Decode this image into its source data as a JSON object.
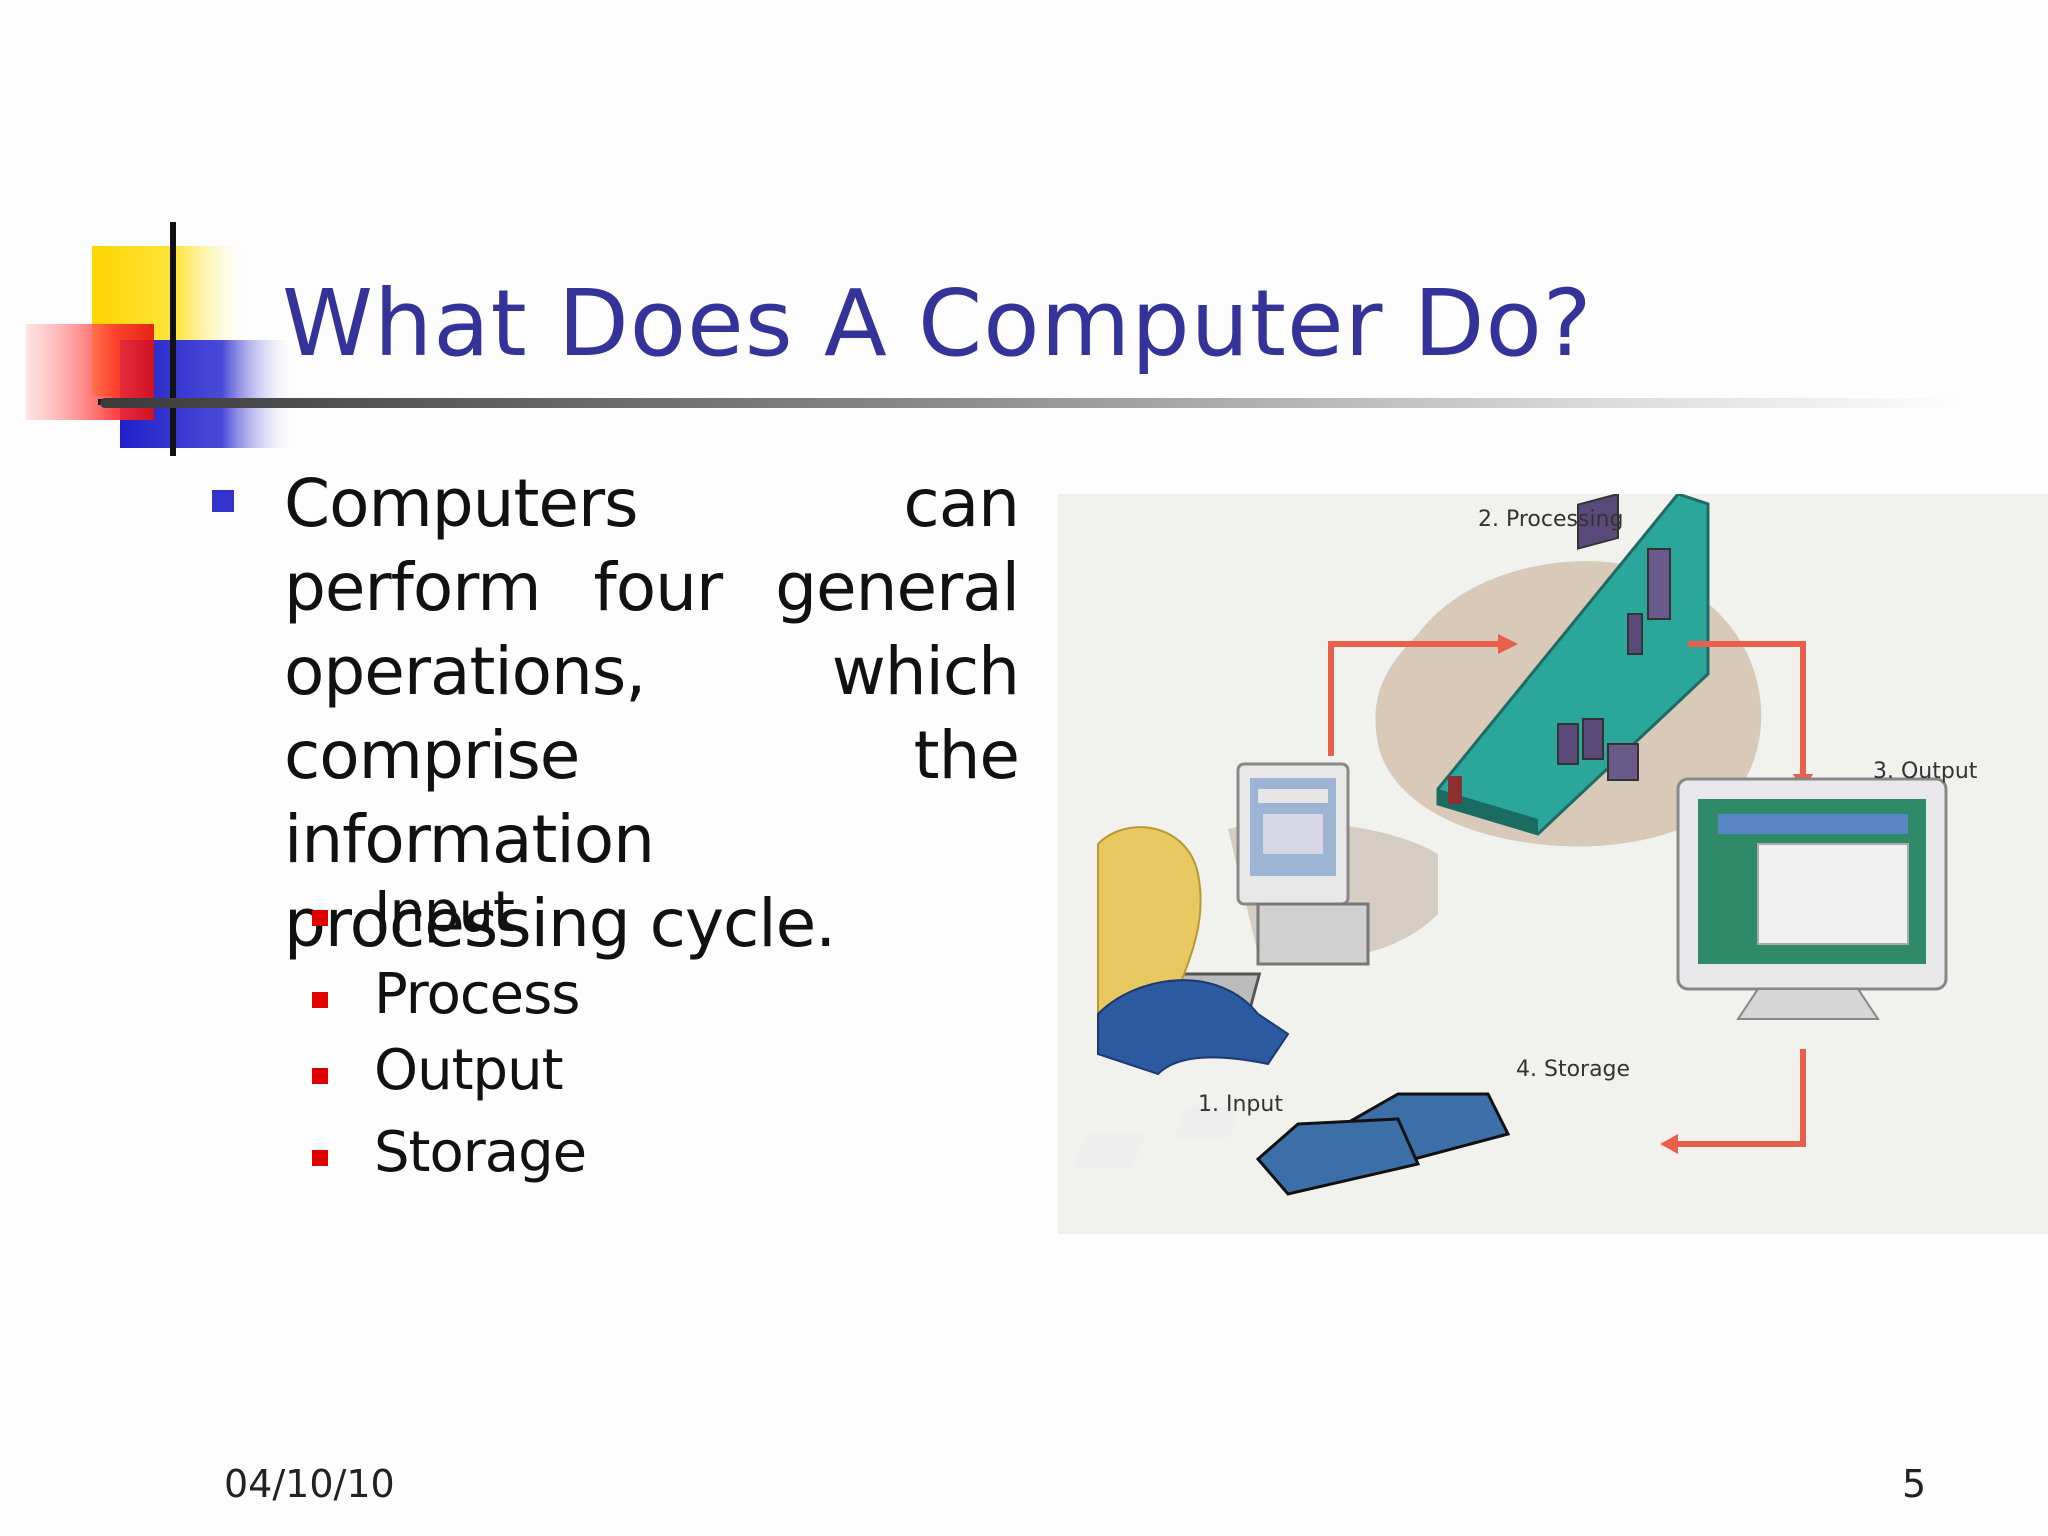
{
  "slide": {
    "title": "What Does A Computer Do?",
    "paragraph": "Computers can perform four general operations, which comprise the information processing cycle.",
    "subitems": [
      "Input",
      "Process",
      "Output",
      "Storage"
    ],
    "footer_date": "04/10/10",
    "page_number": "5"
  },
  "diagram": {
    "labels": {
      "processing": "2. Processing",
      "output": "3. Output",
      "storage": "4. Storage",
      "input": "1. Input"
    }
  },
  "colors": {
    "title": "#333399",
    "main_bullet": "#3333cc",
    "sub_bullet": "#e00000",
    "arrow": "#e8604c"
  }
}
